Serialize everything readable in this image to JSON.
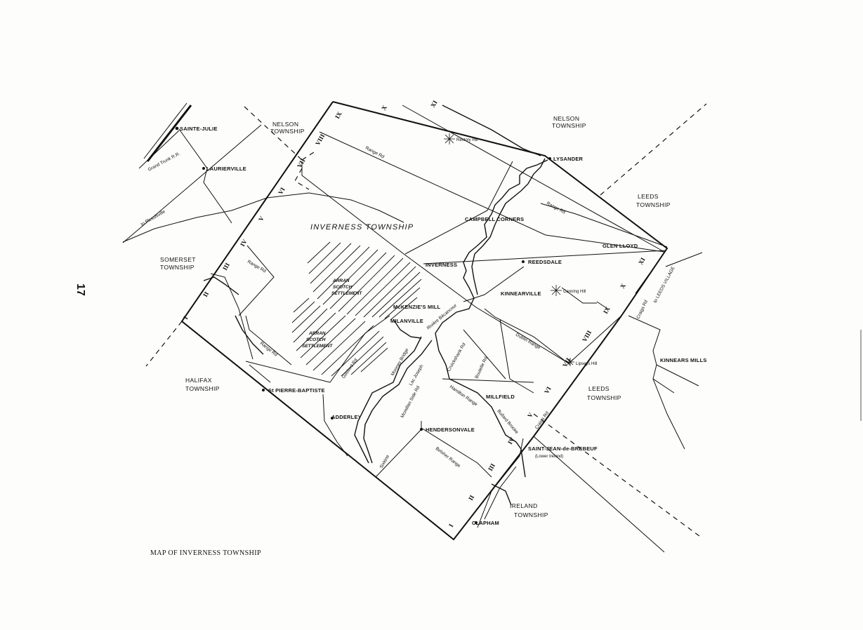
{
  "map": {
    "title": "MAP OF INVERNESS TOWNSHIP",
    "page_number": "17",
    "main_label": "INVERNESS   TOWNSHIP",
    "settlement_lines": [
      "ARRAN",
      "SCOTCH",
      "SETTLEMENT"
    ],
    "townships": {
      "nelson_west_1": "NELSON",
      "nelson_west_2": "TOWNSHIP",
      "nelson_east_1": "NELSON",
      "nelson_east_2": "TOWNSHIP",
      "leeds_north_1": "LEEDS",
      "leeds_north_2": "TOWNSHIP",
      "leeds_south_1": "LEEDS",
      "leeds_south_2": "TOWNSHIP",
      "somerset_1": "SOMERSET",
      "somerset_2": "TOWNSHIP",
      "halifax_1": "HALIFAX",
      "halifax_2": "TOWNSHIP",
      "ireland_1": "IRELAND",
      "ireland_2": "TOWNSHIP"
    },
    "places": {
      "sainte_julie": "SAINTE-JULIE",
      "laurierville": "LAURIERVILLE",
      "lysander": "LYSANDER",
      "campbell_corners": "CAMPBELL CORNERS",
      "glen_lloyd": "GLEN LLOYD",
      "reedsdale": "REEDSDALE",
      "inverness": "INVERNESS",
      "mckenzies_mill": "McKENZIE'S MILL",
      "milanville": "MILANVILLE",
      "kinnearville": "KINNEARVILLE",
      "kinnears_mills": "KINNEARS MILLS",
      "st_pierre_baptiste": "St PIERRE-BAPTISTE",
      "adderley": "ADDERLEY",
      "millfield": "MILLFIELD",
      "hendersonvale": "HENDERSONVALE",
      "saint_jean_1": "SAINT-JEAN-de-BREBEUF",
      "saint_jean_2": "(Lower Ireland)",
      "clapham": "CLAPHAM"
    },
    "hills": {
      "rectory": "Rectory Hill",
      "canning": "Canning Hill",
      "lipseys": "Lipseys Hill"
    },
    "roads": {
      "range_rd_1": "Range Rd",
      "range_rd_2": "Range Rd",
      "range_rd_3": "Range Rd",
      "range_rd_4": "Range Rd",
      "gosford_rd": "Gosford Rd",
      "mooney_bridge": "Mooney Bridge",
      "lac_joseph": "Lac  Joseph",
      "riviere_becancour": "Rivière Bécancour",
      "cruickshank_rd": "Cruickshank Rd",
      "boutelle_rd": "Boutelle Rd",
      "dublin_range": "Dublin Range",
      "hamilton_range": "Hamilton Range",
      "bullard_brooke": "Bullard Brooke",
      "craigs_rd_1": "Craigs Rd",
      "craigs_rd_2": "Craigs Rd",
      "to_leeds_village": "to  LEEDS  VILLAGE",
      "mcmillan_side_rd": "Mcmillan Side Rd",
      "belsher_range": "Belsher Range",
      "sixkine": "Sixkine",
      "grand_trunk": "Grand Trunk R.R.",
      "to_plessisville": "to Plessisville"
    },
    "roman_numerals": [
      "I",
      "II",
      "III",
      "IV",
      "V",
      "VI",
      "VII",
      "VIII",
      "IX",
      "X",
      "XI"
    ],
    "colors": {
      "ink": "#111111",
      "paper": "#fdfdfb"
    }
  }
}
